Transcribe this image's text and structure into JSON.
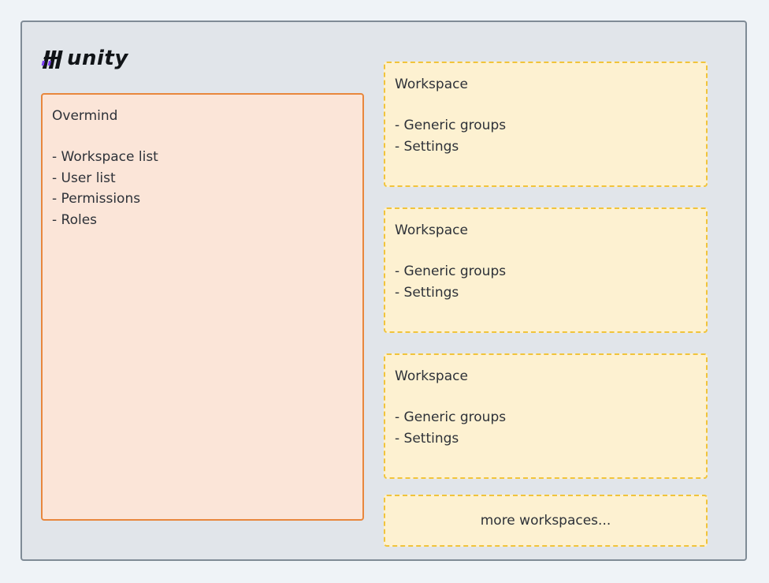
{
  "logo": {
    "text": "unity",
    "icon": "unity-logo-icon"
  },
  "colors": {
    "canvas": "#eff3f7",
    "frame_fill": "#e1e5ea",
    "frame_border": "#7f8b96",
    "overmind_fill": "#fbe5d8",
    "overmind_border": "#e8873d",
    "workspace_fill": "#fdf1d1",
    "workspace_border": "#f1c43b"
  },
  "overmind": {
    "title": "Overmind",
    "items": [
      "Workspace list",
      "User list",
      "Permissions",
      "Roles"
    ]
  },
  "workspaces": [
    {
      "title": "Workspace",
      "items": [
        "Generic groups",
        "Settings"
      ]
    },
    {
      "title": "Workspace",
      "items": [
        "Generic groups",
        "Settings"
      ]
    },
    {
      "title": "Workspace",
      "items": [
        "Generic groups",
        "Settings"
      ]
    }
  ],
  "more_workspaces": "more workspaces..."
}
